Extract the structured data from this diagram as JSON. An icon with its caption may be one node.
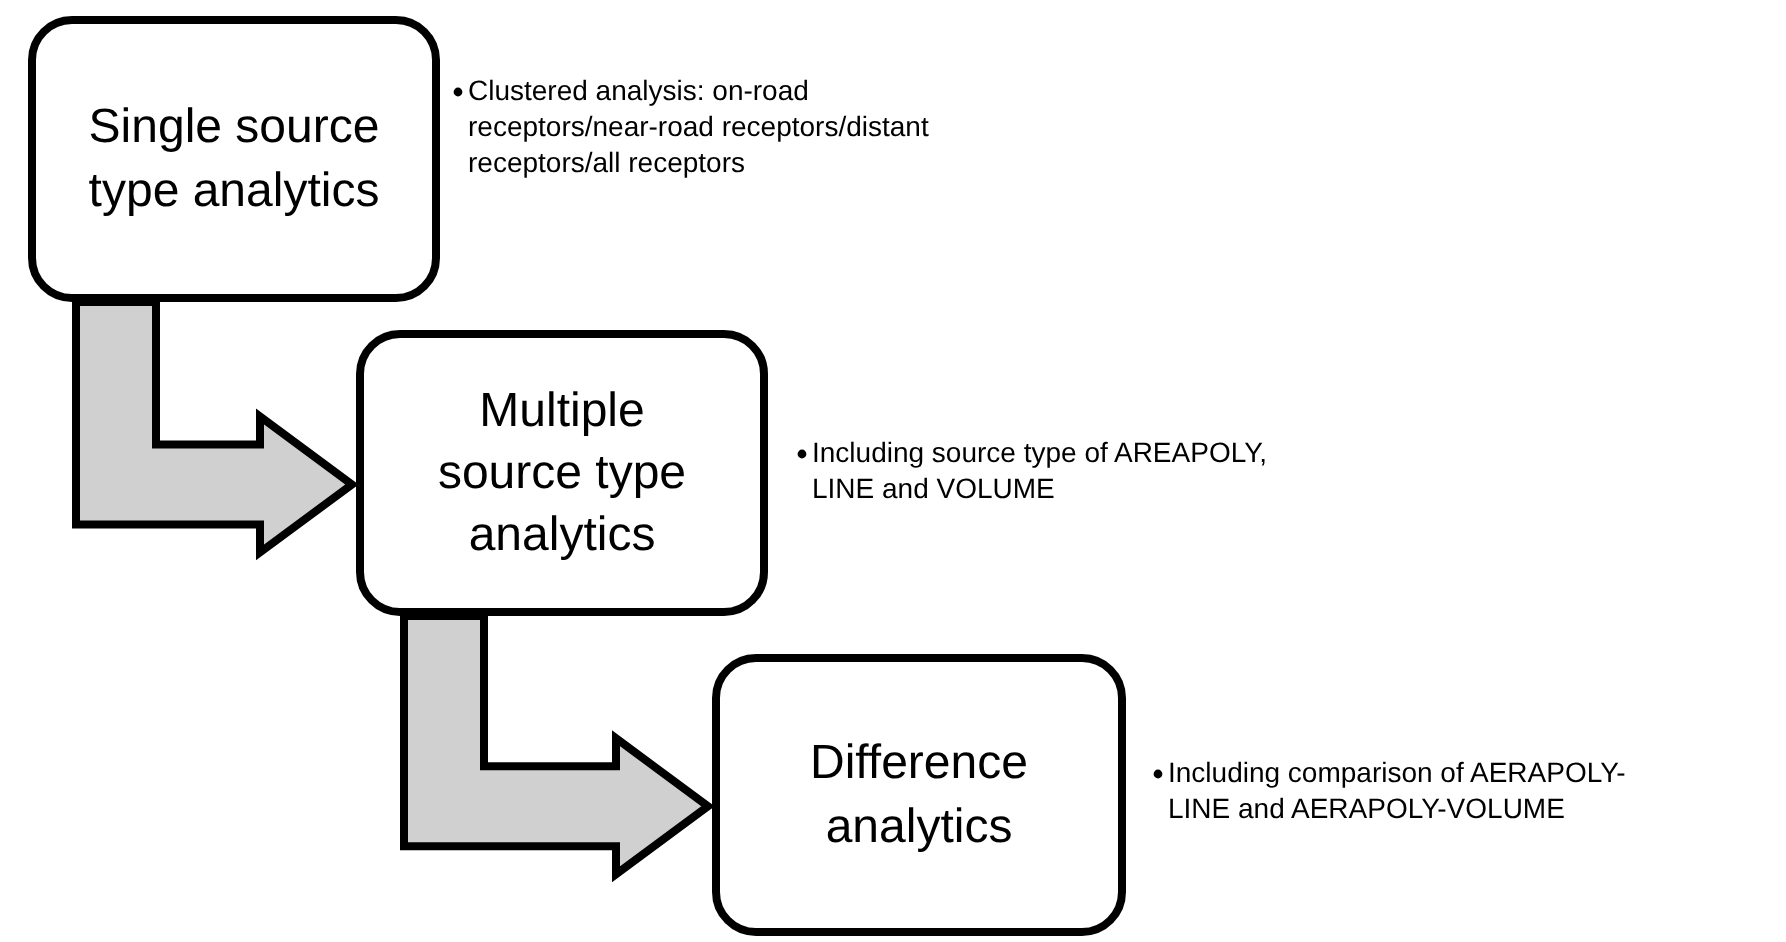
{
  "diagram": {
    "nodes": [
      {
        "text": [
          "Single source type analytics"
        ],
        "beside": [
          "Clustered analysis: on-road receptors/near-road receptors/distant receptors/all receptors"
        ]
      },
      {
        "text": [
          "Multiple source type analytics"
        ],
        "beside": [
          "Including source type of AREAPOLY, LINE and VOLUME"
        ]
      },
      {
        "text": [
          "Difference analytics"
        ],
        "beside": [
          "Including comparison of AERAPOLY-LINE and AERAPOLY-VOLUME"
        ]
      }
    ],
    "edges": [
      {
        "from": 0,
        "to": 1,
        "arrow": "to"
      },
      {
        "from": 1,
        "to": 2,
        "arrow": "to"
      }
    ]
  }
}
